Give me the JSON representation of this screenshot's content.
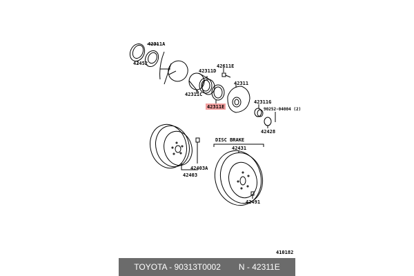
{
  "labels": {
    "p42311A": "42311A",
    "p42452": "42452",
    "p42311D": "42311D",
    "p42311C": "42311C",
    "p42611E": "42611E",
    "p42311": "42311",
    "p42311E": "42311E",
    "p42311G": "42311G",
    "p90252": "90252-04004 (2)",
    "p42428": "42428",
    "disc_brake": "DISC BRAKE",
    "p42431": "42431",
    "p42403A": "42403A",
    "p42403": "42403",
    "p42491": "42491"
  },
  "highlight_color": "#f4a0a0",
  "ref_number": "410182",
  "footer": {
    "brand_part": "TOYOTA - 90313T0002",
    "number": "N - 42311E"
  }
}
